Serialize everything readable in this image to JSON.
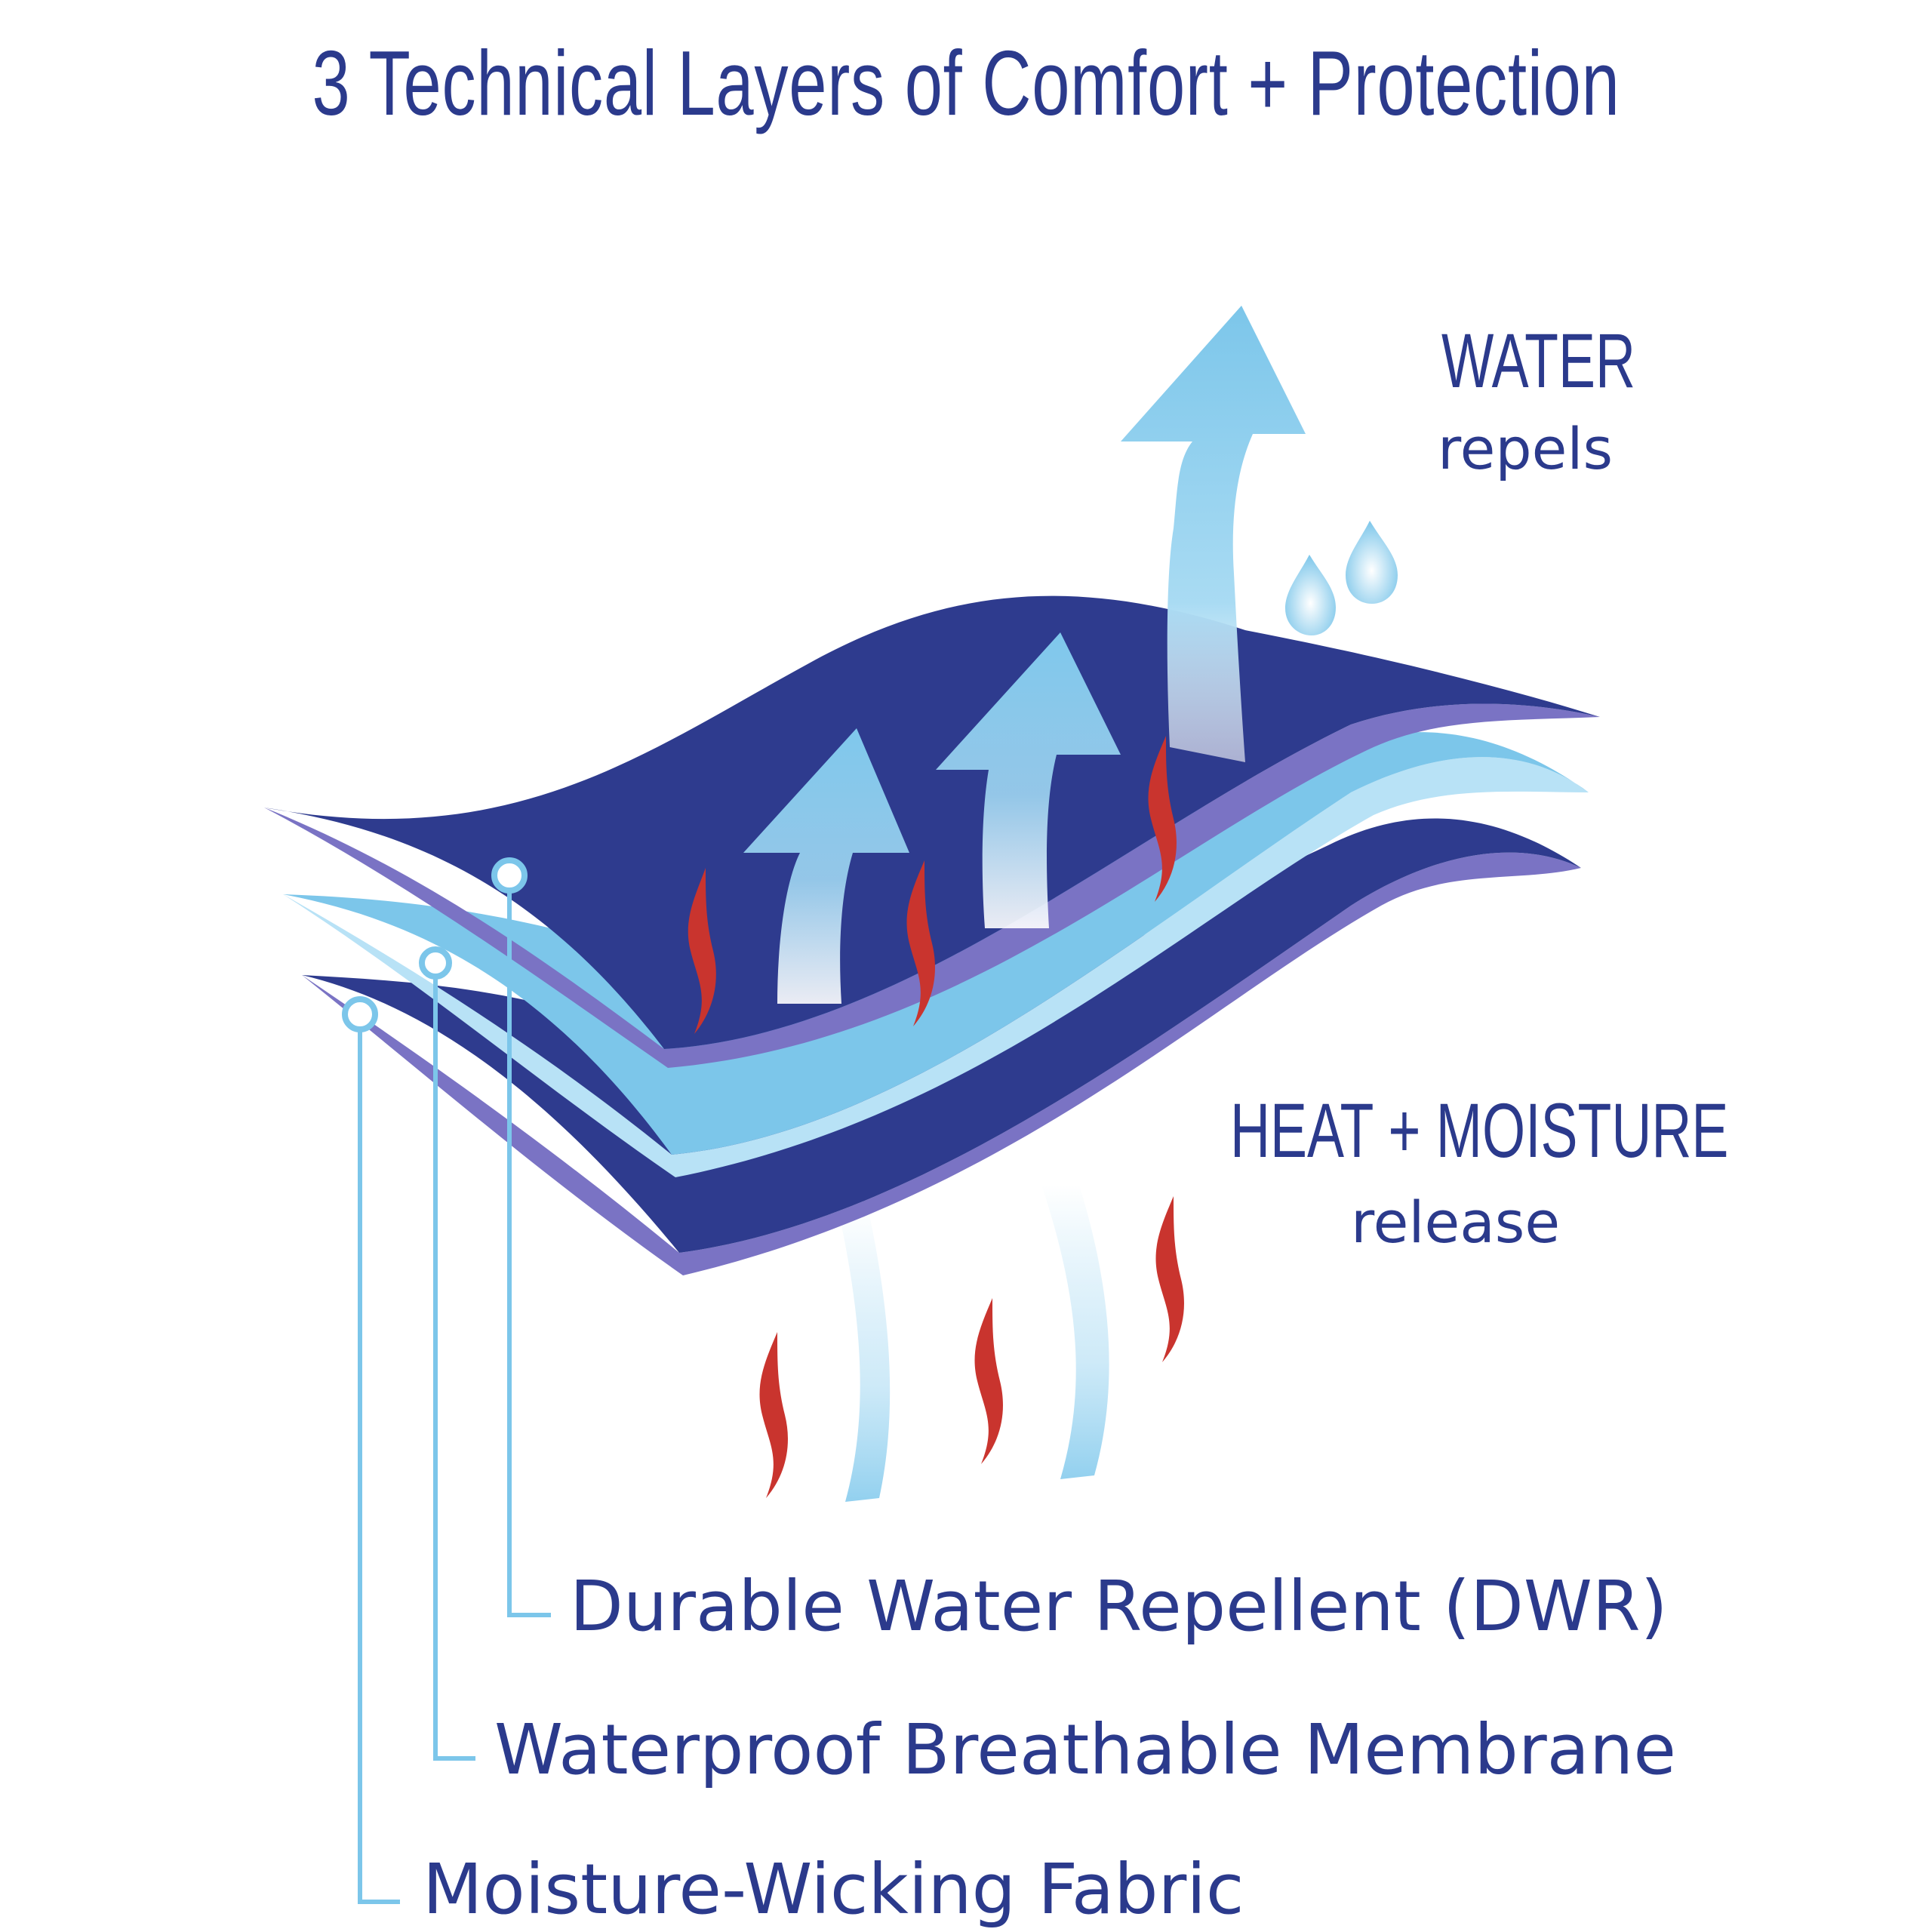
{
  "title": "3 Technical Layers of Comfort + Protection",
  "water": {
    "heading": "WATER",
    "sub": "repels"
  },
  "heat": {
    "heading": "HEAT + MOISTURE",
    "sub": "release"
  },
  "layers": [
    {
      "label": "Durable Water Repellent (DWR)"
    },
    {
      "label": "Waterproof Breathable Membrane"
    },
    {
      "label": "Moisture-Wicking Fabric"
    }
  ],
  "colors": {
    "navy": "#2e3b8e",
    "navy_edge": "#7a73c4",
    "light_blue": "#7cc6ea",
    "arrow_blue": "#7fc8ec",
    "heat_red": "#c9342e",
    "text": "#2b3a8c"
  }
}
